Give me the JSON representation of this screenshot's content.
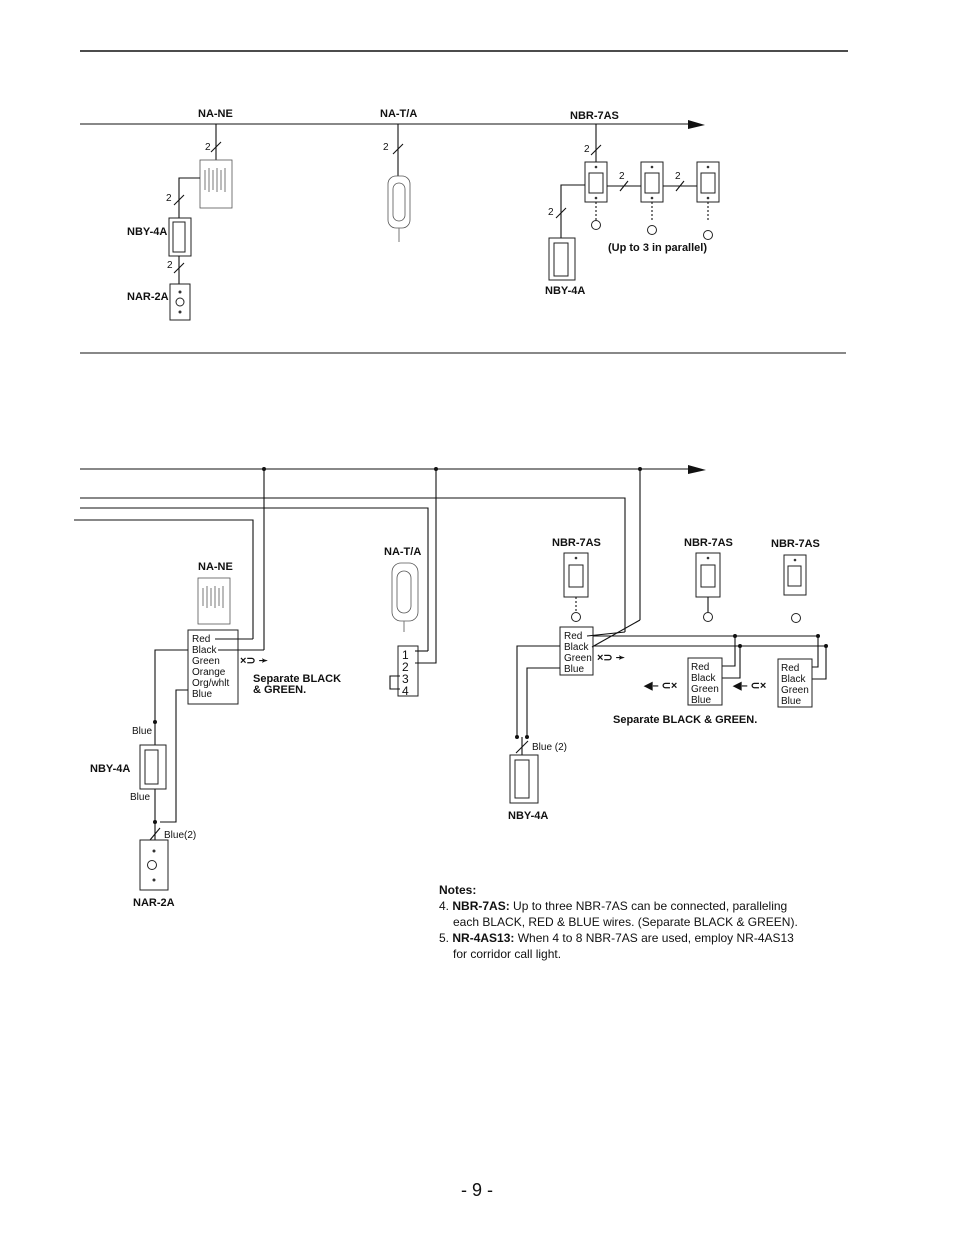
{
  "top_diagram": {
    "devices": {
      "na_ne": "NA-NE",
      "na_ta": "NA-T/A",
      "nbr_7as": "NBR-7AS",
      "nby_4a_left": "NBY-4A",
      "nar_2a": "NAR-2A",
      "nby_4a_right": "NBY-4A"
    },
    "wire_count": "2",
    "parallel_note": "(Up to 3 in parallel)"
  },
  "bottom_diagram": {
    "devices": {
      "na_ne": "NA-NE",
      "na_ta": "NA-T/A",
      "nbr_7as_1": "NBR-7AS",
      "nbr_7as_2": "NBR-7AS",
      "nbr_7as_3": "NBR-7AS",
      "nby_4a_left": "NBY-4A",
      "nar_2a": "NAR-2A",
      "nby_4a_right": "NBY-4A"
    },
    "na_ne_wires": [
      "Red",
      "Black",
      "Green",
      "Orange",
      "Org/whlt",
      "Blue"
    ],
    "nbr_wires": [
      "Red",
      "Black",
      "Green",
      "Blue"
    ],
    "terminals": [
      "1",
      "2",
      "3",
      "4"
    ],
    "separate_left_1": "Separate BLACK",
    "separate_left_2": "& GREEN.",
    "separate_right": "Separate BLACK & GREEN.",
    "blue_label": "Blue",
    "blue2_left": "Blue(2)",
    "blue2_right": "Blue (2)"
  },
  "notes": {
    "title": "Notes:",
    "items": [
      {
        "number": "4.",
        "term": "NBR-7AS:",
        "text": "Up to three NBR-7AS can be connected, paralleling",
        "cont": "each BLACK, RED & BLUE wires. (Separate BLACK & GREEN)."
      },
      {
        "number": "5.",
        "term": "NR-4AS13:",
        "text": "When 4 to 8 NBR-7AS are used, employ NR-4AS13",
        "cont": "for corridor call light."
      }
    ]
  },
  "page_number": "- 9 -"
}
